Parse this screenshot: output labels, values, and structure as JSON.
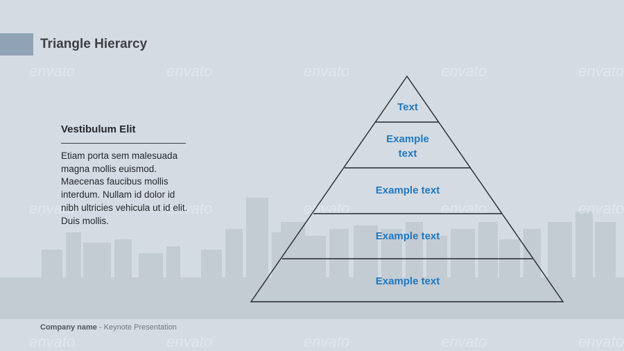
{
  "header": {
    "title": "Triangle Hierarcy"
  },
  "sidebar": {
    "heading": "Vestibulum Elit",
    "body": "Etiam porta sem malesuada magna mollis euismod. Maecenas faucibus mollis interdum. Nullam id dolor id nibh ultricies vehicula ut id elit. Duis mollis."
  },
  "pyramid": {
    "tiers": [
      {
        "label": "Text"
      },
      {
        "label": "Example text"
      },
      {
        "label": "Example text"
      },
      {
        "label": "Example text"
      },
      {
        "label": "Example text"
      }
    ]
  },
  "footer": {
    "company": "Company name",
    "separator": " - ",
    "product": "Keynote Presentation"
  },
  "watermark": {
    "text": "envato"
  },
  "colors": {
    "background": "#d4dbe2",
    "accent": "#8fa3b4",
    "tier_text": "#1f78c1",
    "line": "#25282c"
  }
}
